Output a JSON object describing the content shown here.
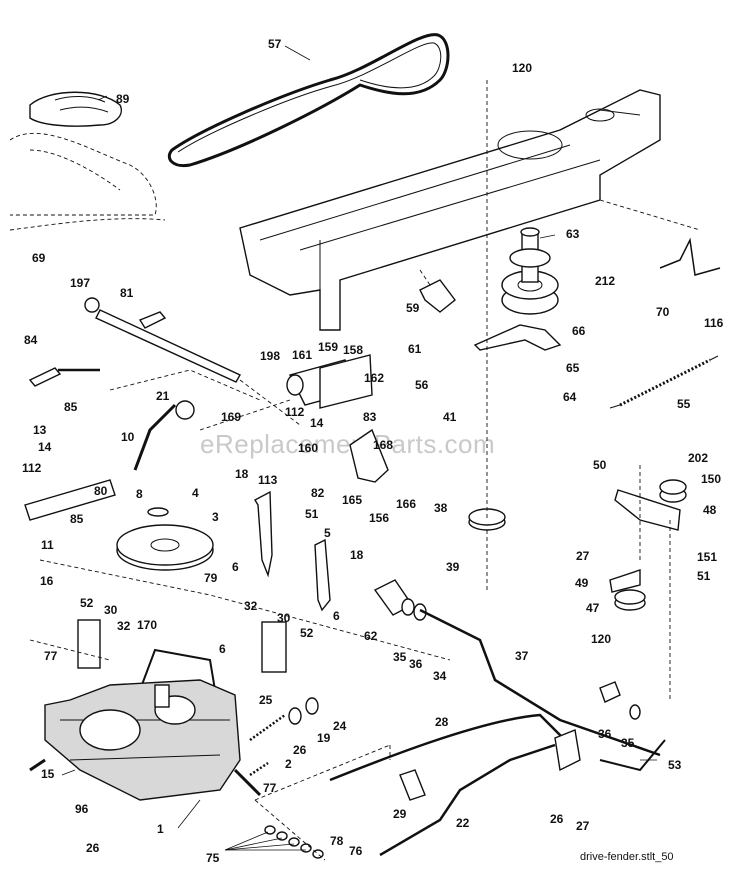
{
  "watermark": "eReplacementParts.com",
  "file_label": "drive-fender.stlt_50",
  "callouts": [
    {
      "id": "57"
    },
    {
      "id": "120"
    },
    {
      "id": "89"
    },
    {
      "id": "63"
    },
    {
      "id": "69"
    },
    {
      "id": "212"
    },
    {
      "id": "197"
    },
    {
      "id": "81"
    },
    {
      "id": "59"
    },
    {
      "id": "70"
    },
    {
      "id": "116"
    },
    {
      "id": "66"
    },
    {
      "id": "84"
    },
    {
      "id": "61"
    },
    {
      "id": "198"
    },
    {
      "id": "161"
    },
    {
      "id": "159"
    },
    {
      "id": "158"
    },
    {
      "id": "65"
    },
    {
      "id": "55"
    },
    {
      "id": "162"
    },
    {
      "id": "56"
    },
    {
      "id": "85"
    },
    {
      "id": "169"
    },
    {
      "id": "21"
    },
    {
      "id": "64"
    },
    {
      "id": "112"
    },
    {
      "id": "14"
    },
    {
      "id": "83"
    },
    {
      "id": "41"
    },
    {
      "id": "10"
    },
    {
      "id": "160"
    },
    {
      "id": "168"
    },
    {
      "id": "13"
    },
    {
      "id": "14"
    },
    {
      "id": "112"
    },
    {
      "id": "202"
    },
    {
      "id": "50"
    },
    {
      "id": "8"
    },
    {
      "id": "82"
    },
    {
      "id": "150"
    },
    {
      "id": "80"
    },
    {
      "id": "18"
    },
    {
      "id": "113"
    },
    {
      "id": "165"
    },
    {
      "id": "4"
    },
    {
      "id": "166"
    },
    {
      "id": "156"
    },
    {
      "id": "38"
    },
    {
      "id": "48"
    },
    {
      "id": "85"
    },
    {
      "id": "51"
    },
    {
      "id": "3"
    },
    {
      "id": "11"
    },
    {
      "id": "5"
    },
    {
      "id": "27"
    },
    {
      "id": "6"
    },
    {
      "id": "151"
    },
    {
      "id": "18"
    },
    {
      "id": "39"
    },
    {
      "id": "51"
    },
    {
      "id": "79"
    },
    {
      "id": "49"
    },
    {
      "id": "16"
    },
    {
      "id": "52"
    },
    {
      "id": "6"
    },
    {
      "id": "47"
    },
    {
      "id": "30"
    },
    {
      "id": "32"
    },
    {
      "id": "62"
    },
    {
      "id": "35"
    },
    {
      "id": "36"
    },
    {
      "id": "32"
    },
    {
      "id": "30"
    },
    {
      "id": "120"
    },
    {
      "id": "170"
    },
    {
      "id": "52"
    },
    {
      "id": "37"
    },
    {
      "id": "77"
    },
    {
      "id": "6"
    },
    {
      "id": "34"
    },
    {
      "id": "25"
    },
    {
      "id": "24"
    },
    {
      "id": "28"
    },
    {
      "id": "36"
    },
    {
      "id": "35"
    },
    {
      "id": "26"
    },
    {
      "id": "19"
    },
    {
      "id": "53"
    },
    {
      "id": "15"
    },
    {
      "id": "2"
    },
    {
      "id": "77"
    },
    {
      "id": "29"
    },
    {
      "id": "96"
    },
    {
      "id": "26"
    },
    {
      "id": "27"
    },
    {
      "id": "1"
    },
    {
      "id": "22"
    },
    {
      "id": "26"
    },
    {
      "id": "78"
    },
    {
      "id": "76"
    },
    {
      "id": "75"
    }
  ]
}
